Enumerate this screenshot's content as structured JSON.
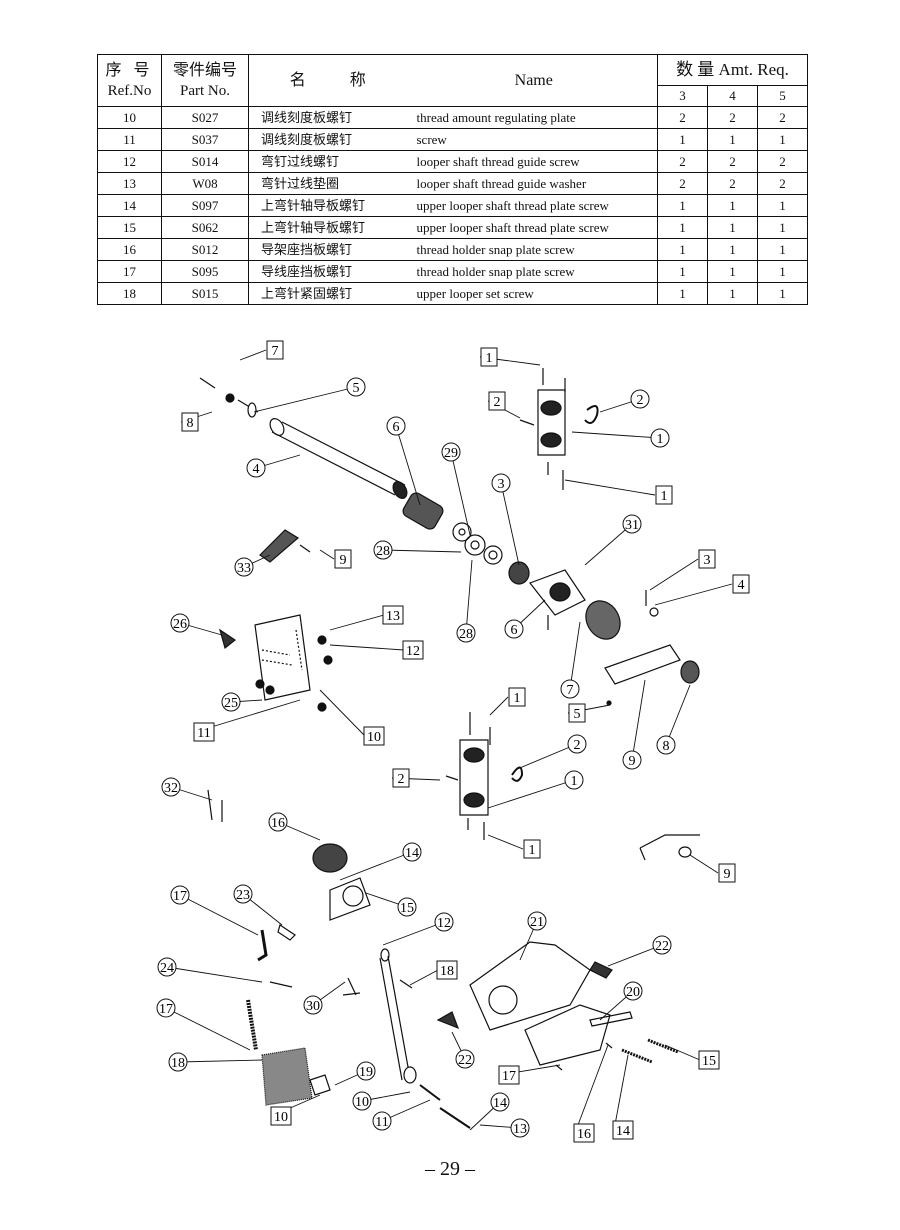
{
  "header": {
    "ref_cn": "序 号",
    "ref_en": "Ref.No",
    "part_cn": "零件编号",
    "part_en": "Part No.",
    "name_cn": "名　　称",
    "name_en": "Name",
    "qty": "数 量 Amt. Req.",
    "qty_cols": [
      "3",
      "4",
      "5"
    ]
  },
  "rows": [
    {
      "ref": "10",
      "part": "S027",
      "cn": "调线刻度板螺钉",
      "en": "thread amount regulating plate",
      "q3": "2",
      "q4": "2",
      "q5": "2"
    },
    {
      "ref": "11",
      "part": "S037",
      "cn": "调线刻度板螺钉",
      "en": "screw",
      "q3": "1",
      "q4": "1",
      "q5": "1"
    },
    {
      "ref": "12",
      "part": "S014",
      "cn": "弯钉过线螺钉",
      "en": "looper shaft thread guide screw",
      "q3": "2",
      "q4": "2",
      "q5": "2"
    },
    {
      "ref": "13",
      "part": "W08",
      "cn": "弯针过线垫圈",
      "en": "looper shaft thread guide washer",
      "q3": "2",
      "q4": "2",
      "q5": "2"
    },
    {
      "ref": "14",
      "part": "S097",
      "cn": "上弯针轴导板螺钉",
      "en": "upper looper shaft thread plate screw",
      "q3": "1",
      "q4": "1",
      "q5": "1"
    },
    {
      "ref": "15",
      "part": "S062",
      "cn": "上弯针轴导板螺钉",
      "en": "upper looper shaft thread plate screw",
      "q3": "1",
      "q4": "1",
      "q5": "1"
    },
    {
      "ref": "16",
      "part": "S012",
      "cn": "导架座挡板螺钉",
      "en": "thread holder snap plate screw",
      "q3": "1",
      "q4": "1",
      "q5": "1"
    },
    {
      "ref": "17",
      "part": "S095",
      "cn": "导线座挡板螺钉",
      "en": "thread holder snap plate screw",
      "q3": "1",
      "q4": "1",
      "q5": "1"
    },
    {
      "ref": "18",
      "part": "S015",
      "cn": "上弯针紧固螺钉",
      "en": "upper looper set screw",
      "q3": "1",
      "q4": "1",
      "q5": "1"
    }
  ],
  "callouts": {
    "boxed": [
      "7",
      "8",
      "1",
      "2",
      "1",
      "9",
      "3",
      "4",
      "13",
      "12",
      "11",
      "10",
      "5",
      "1",
      "2",
      "1",
      "9",
      "18",
      "17",
      "16",
      "14",
      "15",
      "10"
    ],
    "circled": [
      "5",
      "4",
      "6",
      "29",
      "3",
      "2",
      "1",
      "31",
      "28",
      "33",
      "28",
      "6",
      "26",
      "25",
      "7",
      "8",
      "9",
      "2",
      "1",
      "32",
      "16",
      "14",
      "17",
      "23",
      "15",
      "12",
      "21",
      "22",
      "24",
      "20",
      "17",
      "30",
      "22",
      "18",
      "19",
      "10",
      "11",
      "13",
      "14"
    ]
  },
  "page_number": "– 29 –"
}
